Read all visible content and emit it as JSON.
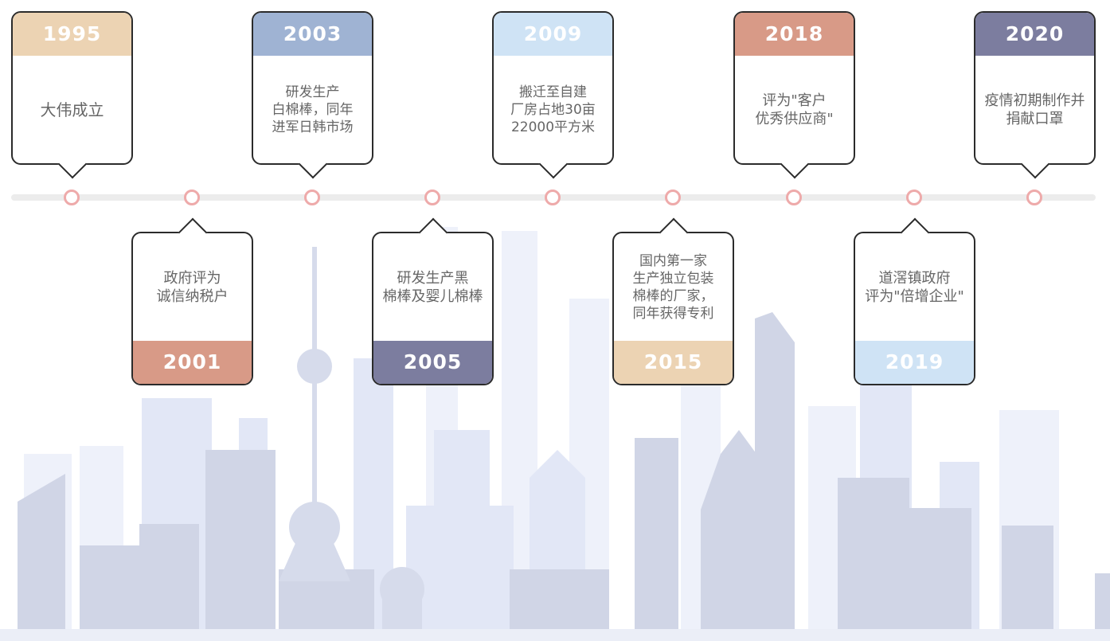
{
  "colors": {
    "peach": "#ecd3b3",
    "blue": "#9fb3d3",
    "lightblue": "#cfe3f5",
    "terracotta": "#d89a87",
    "slate": "#7c7d9f",
    "axis": "#ececec",
    "node": "#eeaaaa",
    "text": "#666666"
  },
  "milestones": [
    {
      "year": "1995",
      "text": "大伟成立",
      "position": "above",
      "color": "#ecd3b3"
    },
    {
      "year": "2001",
      "text": "政府评为\n诚信纳税户",
      "position": "below",
      "color": "#d89a87"
    },
    {
      "year": "2003",
      "text": "研发生产\n白棉棒，同年\n进军日韩市场",
      "position": "above",
      "color": "#9fb3d3"
    },
    {
      "year": "2005",
      "text": "研发生产黑\n棉棒及婴儿棉棒",
      "position": "below",
      "color": "#7c7d9f"
    },
    {
      "year": "2009",
      "text": "搬迁至自建\n厂房占地30亩\n22000平方米",
      "position": "above",
      "color": "#cfe3f5"
    },
    {
      "year": "2015",
      "text": "国内第一家\n生产独立包装\n棉棒的厂家，\n同年获得专利",
      "position": "below",
      "color": "#ecd3b3"
    },
    {
      "year": "2018",
      "text": "评为\"客户\n优秀供应商\"",
      "position": "above",
      "color": "#d89a87"
    },
    {
      "year": "2019",
      "text": "道滘镇政府\n评为\"倍增企业\"",
      "position": "below",
      "color": "#cfe3f5"
    },
    {
      "year": "2020",
      "text": "疫情初期制作并\n捐献口罩",
      "position": "above",
      "color": "#7c7d9f"
    }
  ]
}
